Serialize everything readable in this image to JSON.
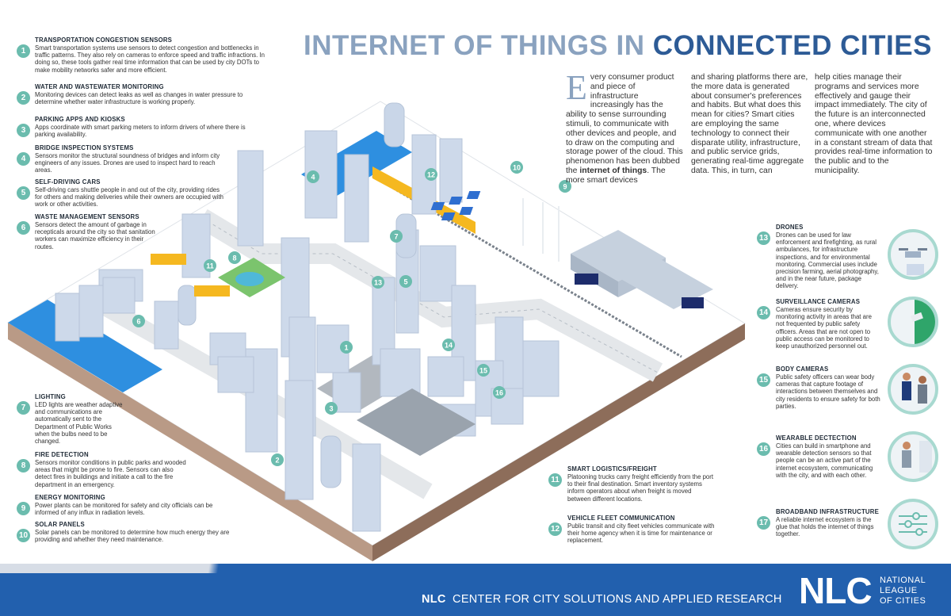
{
  "title": {
    "part1": "INTERNET OF THINGS IN ",
    "part2": "CONNECTED CITIES"
  },
  "intro": {
    "col1_dropcap": "E",
    "col1": "very consumer product and piece of infrastructure increasingly has the ability to sense surrounding stimuli, to communicate with other devices and people, and to draw on the computing and storage power of the cloud. This phenomenon has been dubbed the ",
    "col1_bold": "internet of things",
    "col1_end": ". The more smart devices",
    "col2": "and sharing platforms there are, the more data is generated about consumer's preferences and habits. But what does this mean for cities? Smart cities are employing the same technology to connect their disparate utility, infrastructure, and public service grids, generating real-time aggregate data. This, in turn, can",
    "col3": "help cities manage their programs and services more effectively and gauge their impact immediately. The city of the future is an interconnected one, where devices communicate with one another in a constant stream of data that provides real-time information to the public and to the municipality."
  },
  "items": [
    {
      "num": "1",
      "title": "TRANSPORTATION CONGESTION SENSORS",
      "text": "Smart transportation systems use sensors to detect congestion and bottlenecks in traffic patterns. They also rely on cameras to enforce speed and traffic infractions. In doing so, these tools gather real time information that can be used by city DOTs to make mobility networks safer and more efficient."
    },
    {
      "num": "2",
      "title": "WATER AND WASTEWATER MONITORING",
      "text": "Monitoring devices can detect leaks as well as changes in water pressure to determine whether water infrastructure is working properly."
    },
    {
      "num": "3",
      "title": "PARKING APPS AND KIOSKS",
      "text": "Apps coordinate with smart parking meters to inform drivers of where there is parking availability."
    },
    {
      "num": "4",
      "title": "BRIDGE INSPECTION SYSTEMS",
      "text": "Sensors monitor the structural soundness of bridges and inform city engineers of any issues. Drones are used to inspect hard to reach areas."
    },
    {
      "num": "5",
      "title": "SELF-DRIVING CARS",
      "text": "Self-driving cars shuttle people in and out of the city, providing rides for others and making deliveries while their owners are occupied with work or other activities."
    },
    {
      "num": "6",
      "title": "WASTE MANAGEMENT SENSORS",
      "text": "Sensors detect the amount of garbage in recepticals around the city so that sanitation workers can maximize efficiency in their routes."
    },
    {
      "num": "7",
      "title": "LIGHTING",
      "text": "LED lights are weather adaptive and communications are automatically sent to the Department of Public Works when the bulbs need to be changed."
    },
    {
      "num": "8",
      "title": "FIRE DETECTION",
      "text": "Sensors monitor conditions in public parks and wooded areas that might be prone to fire. Sensors can also detect fires in buildings and initiate a call to the fire department in an emergency."
    },
    {
      "num": "9",
      "title": "ENERGY MONITORING",
      "text": "Power plants can be monitored for safety and city officials can be informed of any influx in radiation levels."
    },
    {
      "num": "10",
      "title": "SOLAR PANELS",
      "text": "Solar panels can be monitored to determine how much energy they are providing and whether they need maintenance."
    },
    {
      "num": "11",
      "title": "SMART LOGISTICS/FREIGHT",
      "text": "Platooning trucks carry freight efficiently from the port to their final destination. Smart inventory systems inform operators about when freight is moved between different locations."
    },
    {
      "num": "12",
      "title": "VEHICLE FLEET COMMUNICATION",
      "text": "Public transit and city fleet vehicles communicate with their home agency when it is time for maintenance or replacement."
    },
    {
      "num": "13",
      "title": "DRONES",
      "text": "Drones can be used for law enforcement and firefighting, as rural ambulances, for infrastructure inspections, and for environmental monitoring. Commercial uses include precision farming, aerial photography, and in the near future, package delivery."
    },
    {
      "num": "14",
      "title": "SURVEILLANCE CAMERAS",
      "text": "Cameras ensure security by monitoring activity in areas that are not frequented by public safety officers. Areas that are not open to public access can be monitored to keep unauthorized personnel out."
    },
    {
      "num": "15",
      "title": "BODY CAMERAS",
      "text": "Public safety officers can wear body cameras that capture footage of interactions between themselves and city residents to ensure safety for both parties."
    },
    {
      "num": "16",
      "title": "WEARABLE DECTECTION",
      "text": "Cities can build in smartphone and wearable detection sensors so that people can be an active part of the internet ecosystem, communicating with the city, and with each other."
    },
    {
      "num": "17",
      "title": "BROADBAND INFRASTRUCTURE",
      "text": "A reliable internet ecosystem is the glue that holds the internet of things together."
    }
  ],
  "icons": {
    "drones": "drone-icon",
    "surveillance": "security-camera-icon",
    "body": "police-officer-icon",
    "wearable": "wearable-person-icon",
    "broadband": "broadband-sliders-icon"
  },
  "colors": {
    "badge": "#6bbcae",
    "title_light": "#8aa2bf",
    "title_dark": "#2d5b96",
    "footer": "#2260ae"
  },
  "footer": {
    "bold": "NLC",
    "text": "CENTER FOR CITY SOLUTIONS AND APPLIED RESEARCH",
    "logo": "NLC",
    "line1": "NATIONAL",
    "line2": "LEAGUE",
    "line3": "OF CITIES"
  }
}
